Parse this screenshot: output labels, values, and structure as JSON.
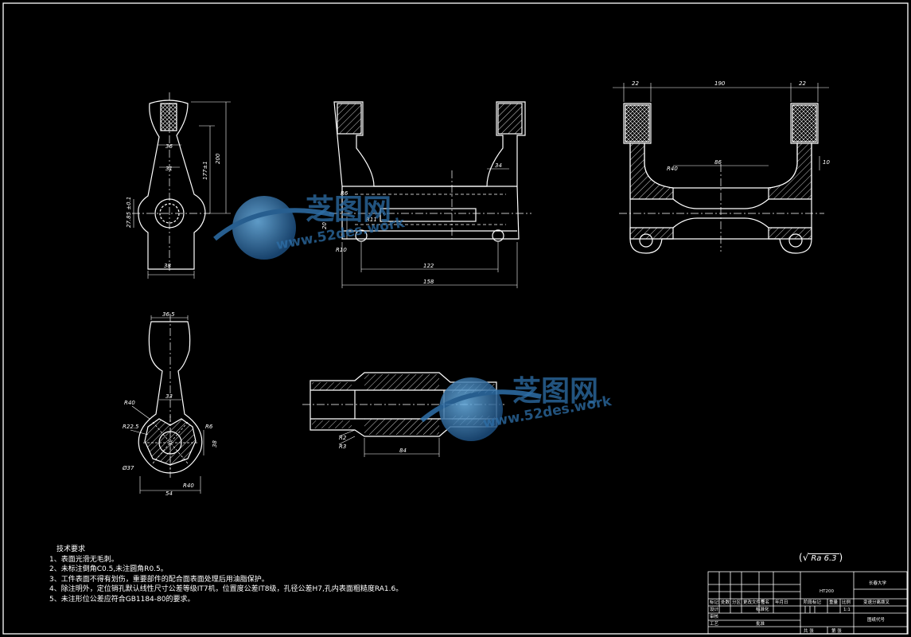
{
  "dims": {
    "side_top_200": "200",
    "side_fork_36": "36",
    "side_fork_31": "31",
    "side_177": "177±1",
    "side_phi": "27.85 ±0.1",
    "side_38": "38",
    "front_r6": "R6",
    "front_r11": "R11",
    "front_20": "20",
    "front_r10": "R10",
    "front_34": "34",
    "front_122": "122",
    "front_158": "158",
    "right_22a": "22",
    "right_190": "190",
    "right_22b": "22",
    "right_86": "86",
    "right_r40": "R40",
    "right_10": "10",
    "sec_36": "36.5",
    "sec_r40a": "R40",
    "sec_33": "33",
    "sec_r22": "R22.5",
    "sec_r6": "R6",
    "sec_38": "38",
    "sec_phi37": "Ø37",
    "sec_54": "54",
    "sec_r40b": "R40",
    "shaft_r2": "R2",
    "shaft_r3": "R3",
    "shaft_84": "84"
  },
  "watermark": {
    "brand": "芝图网",
    "url": "www.52des.work"
  },
  "tech": {
    "title": "技术要求",
    "items": [
      "1、表面光滑无毛刺。",
      "2、未标注倒角C0.5,未注圆角R0.5。",
      "3、工件表面不得有划伤，重要部件的配合面表面处理后用油脂保护。",
      "4、除注明外，定位销孔默认线性尺寸公差等级IT7机，位置度公差IT8级，孔径公差H7,孔内表面粗糙度RA1.6。",
      "5、未注形位公差应符合GB1184-80的要求。"
    ]
  },
  "roughness": {
    "symbol": "√",
    "value": "Ra 6.3"
  },
  "titleblock": {
    "material": "HT200",
    "school": "长春大学",
    "part": "变速分离拨叉",
    "code": "图纸代号",
    "mark": "标记",
    "count": "处数",
    "zone": "分区",
    "file": "更改文件号",
    "sign": "签名",
    "date": "年月日",
    "design": "设计",
    "std": "标准化",
    "stage": "阶段标记",
    "weight": "重量",
    "scale": "比例",
    "scale_value": "1:1",
    "review": "审核",
    "craft": "工艺",
    "approve": "批准",
    "sheets_total": "共 张",
    "sheet_no": "第 张"
  }
}
